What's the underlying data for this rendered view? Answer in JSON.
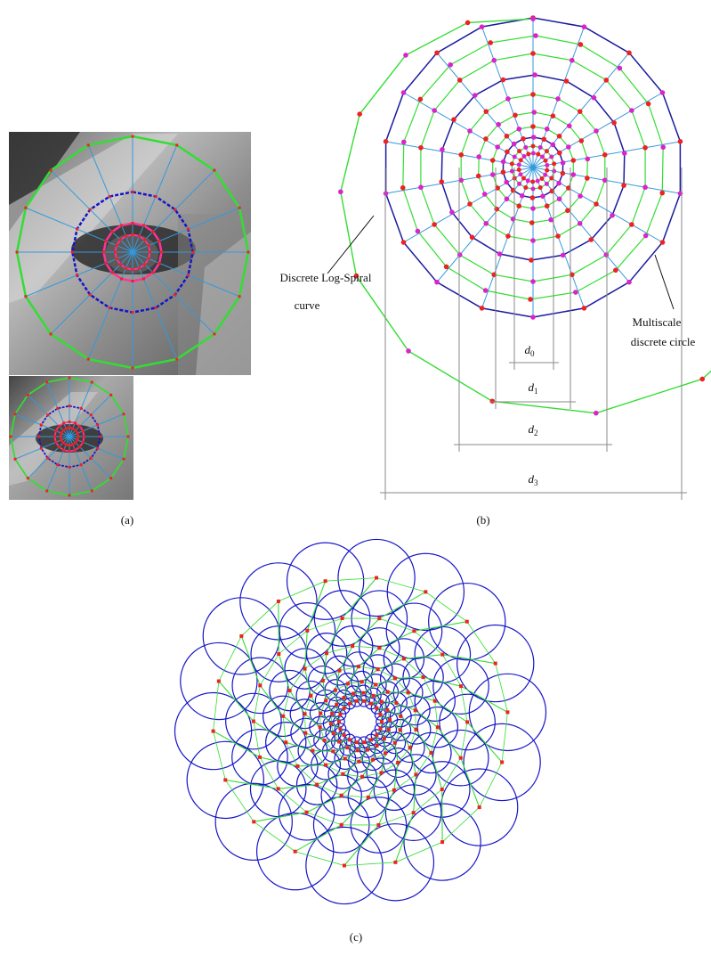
{
  "panels": {
    "a": {
      "caption": "(a)"
    },
    "b": {
      "caption": "(b)",
      "annotation_spiral_line1": "Discrete Log-Spiral",
      "annotation_spiral_line2": "curve",
      "annotation_circle_line1": "Multiscale",
      "annotation_circle_line2": "discrete circle",
      "dimensions": [
        {
          "symbol": "d",
          "subscript": "0"
        },
        {
          "symbol": "d",
          "subscript": "1"
        },
        {
          "symbol": "d",
          "subscript": "2"
        },
        {
          "symbol": "d",
          "subscript": "3"
        }
      ]
    },
    "c": {
      "caption": "(c)"
    }
  },
  "colors": {
    "ring_green": "#33dd33",
    "ring_navy": "#1a1aa0",
    "ring_blue": "#1515c8",
    "ring_pink": "#ff3399",
    "spoke_blue": "#3399dd",
    "node_red": "#ee2222",
    "node_magenta": "#dd22cc",
    "dim_gray": "#888888"
  }
}
